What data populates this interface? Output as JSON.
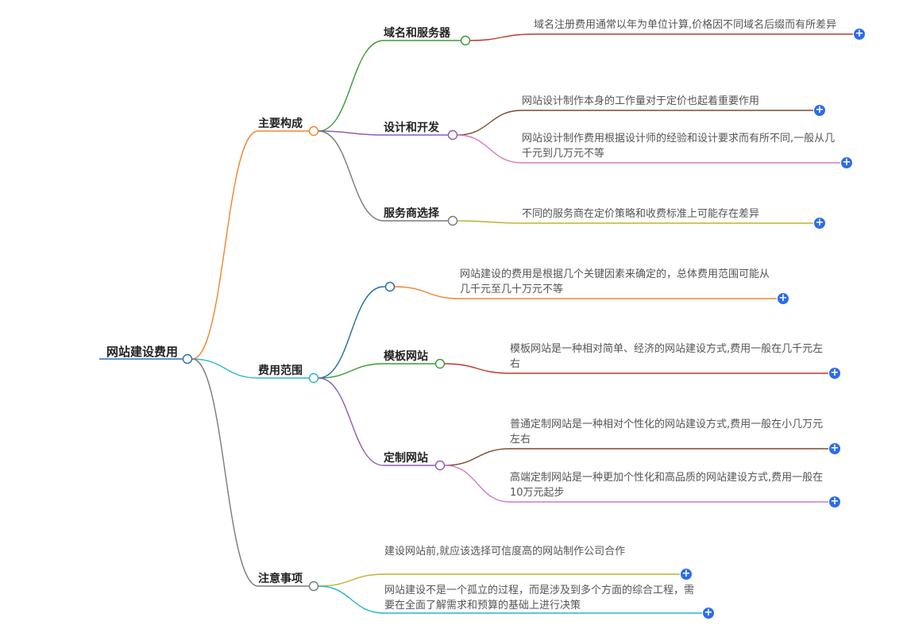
{
  "root": {
    "label": "网站建设费用",
    "color": "#2e6fb0"
  },
  "branches": [
    {
      "label": "主要构成",
      "color": "#f0852b",
      "children": [
        {
          "label": "域名和服务器",
          "color": "#3a9b35",
          "leaves": [
            {
              "text": "域名注册费用通常以年为单位计算,价格因不同域名后缀而有所差异",
              "color": "#c0392b"
            }
          ]
        },
        {
          "label": "设计和开发",
          "color": "#8e5bb5",
          "leaves": [
            {
              "text": "网站设计制作本身的工作量对于定价也起着重要作用",
              "color": "#7a4a2e"
            },
            {
              "text": "网站设计制作费用根据设计师的经验和设计要求而有所不同,一般从几千元到几万元不等",
              "color": "#d47ac0"
            }
          ]
        },
        {
          "label": "服务商选择",
          "color": "#7a7a7a",
          "leaves": [
            {
              "text": "不同的服务商在定价策略和收费标准上可能存在差异",
              "color": "#b8b52e"
            }
          ]
        }
      ]
    },
    {
      "label": "费用范围",
      "color": "#2bb5c8",
      "children": [
        {
          "label": "",
          "color": "#1e6f9e",
          "leaves": [
            {
              "text": "网站建设的费用是根据几个关键因素来确定的，总体费用范围可能从几千元至几十万元不等",
              "color": "#f0852b"
            }
          ]
        },
        {
          "label": "模板网站",
          "color": "#3a9b35",
          "leaves": [
            {
              "text": "模板网站是一种相对简单、经济的网站建设方式,费用一般在几千元左右",
              "color": "#c0392b"
            }
          ]
        },
        {
          "label": "定制网站",
          "color": "#8e5bb5",
          "leaves": [
            {
              "text": "普通定制网站是一种相对个性化的网站建设方式,费用一般在小几万元左右",
              "color": "#7a4a2e"
            },
            {
              "text": "高端定制网站是一种更加个性化和高品质的网站建设方式,费用一般在10万元起步",
              "color": "#d47ac0"
            }
          ]
        }
      ]
    },
    {
      "label": "注意事项",
      "color": "#7a7a7a",
      "leaves": [
        {
          "text": "建设网站前,就应该选择可信度高的网站制作公司合作",
          "color": "#b8b52e"
        },
        {
          "text": "网站建设不是一个孤立的过程，而是涉及到多个方面的综合工程，需要在全面了解需求和预算的基础上进行决策",
          "color": "#2bb5c8"
        }
      ]
    }
  ]
}
